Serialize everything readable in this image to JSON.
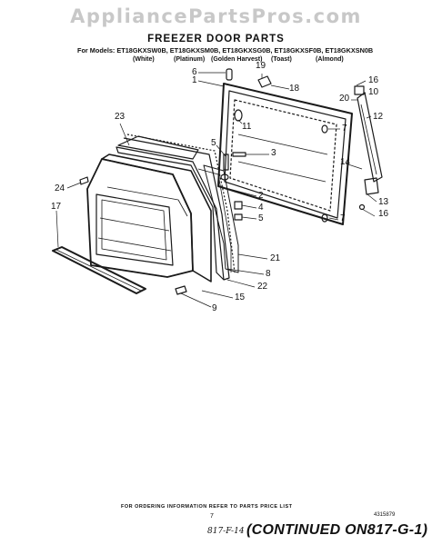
{
  "watermark": "AppliancePartsPros.com",
  "title": "FREEZER DOOR PARTS",
  "models_line": "For Models: ET18GKXSW0B, ET18GKXSM0B, ET18GKXSG0B, ET18GKXSF0B, ET18GKXSN0B",
  "colors": [
    "(White)",
    "(Platinum)",
    "(Golden Harvest)",
    "(Toast)",
    "(Almond)"
  ],
  "callouts": [
    "6",
    "1",
    "19",
    "18",
    "16",
    "10",
    "20",
    "7",
    "11",
    "12",
    "23",
    "5",
    "3",
    "14",
    "7",
    "24",
    "2",
    "4",
    "5",
    "13",
    "16",
    "17",
    "21",
    "8",
    "22",
    "15",
    "9"
  ],
  "footer_note": "FOR ORDERING INFORMATION REFER TO PARTS PRICE LIST",
  "page_number": "7",
  "doc_number": "4315879",
  "handwritten_note": "817-F-14",
  "continued": "(CONTINUED ON817-G-1)"
}
